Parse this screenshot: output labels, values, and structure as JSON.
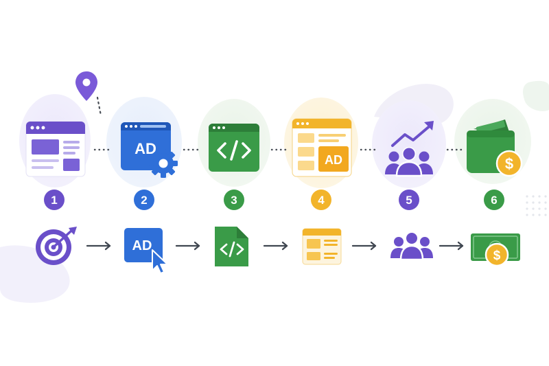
{
  "colors": {
    "purple": "#6a4fc9",
    "blue": "#2f6fd8",
    "green": "#3a9b48",
    "yellow": "#f2b42b",
    "arrow": "#3f4650",
    "dots": "#4a4f57"
  },
  "steps": [
    {
      "number": "1",
      "icon": "browser-window-icon",
      "color": "#6a4fc9"
    },
    {
      "number": "2",
      "icon": "ad-settings-icon",
      "color": "#2f6fd8",
      "badge": "AD"
    },
    {
      "number": "3",
      "icon": "code-window-icon",
      "color": "#3a9b48"
    },
    {
      "number": "4",
      "icon": "ad-placement-page-icon",
      "color": "#f2b42b",
      "badge": "AD"
    },
    {
      "number": "5",
      "icon": "audience-growth-icon",
      "color": "#6a4fc9"
    },
    {
      "number": "6",
      "icon": "wallet-dollar-icon",
      "color": "#3a9b48"
    }
  ],
  "flow": [
    {
      "icon": "target-icon"
    },
    {
      "icon": "ad-click-icon",
      "badge": "AD"
    },
    {
      "icon": "code-file-icon"
    },
    {
      "icon": "web-page-icon"
    },
    {
      "icon": "users-icon"
    },
    {
      "icon": "money-icon"
    }
  ],
  "extras": {
    "location_pin": "location-pin-icon"
  }
}
